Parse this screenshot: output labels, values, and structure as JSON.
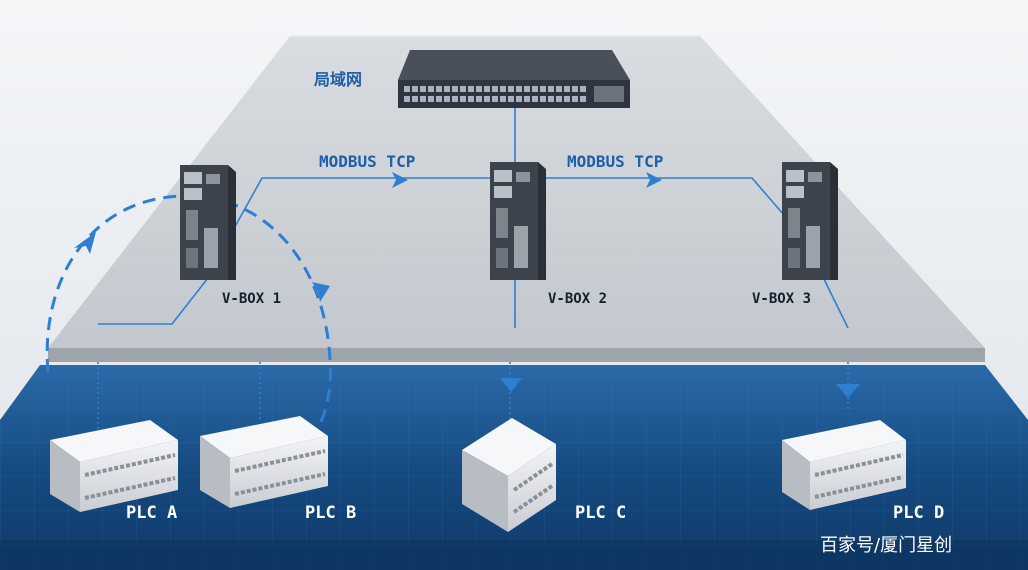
{
  "network": {
    "lan_label": "局域网",
    "protocol_label_1": "MODBUS TCP",
    "protocol_label_2": "MODBUS TCP"
  },
  "devices": {
    "gateways": [
      {
        "label": "V-BOX 1"
      },
      {
        "label": "V-BOX 2"
      },
      {
        "label": "V-BOX 3"
      }
    ],
    "plcs": [
      {
        "label": "PLC A"
      },
      {
        "label": "PLC B"
      },
      {
        "label": "PLC C"
      },
      {
        "label": "PLC D"
      }
    ]
  },
  "watermark": "百家号/厦门星创",
  "colors": {
    "platform": "#cfd3d8",
    "floor": "#17508a",
    "line": "#2f7fd1",
    "device_dark": "#3a3f48"
  }
}
